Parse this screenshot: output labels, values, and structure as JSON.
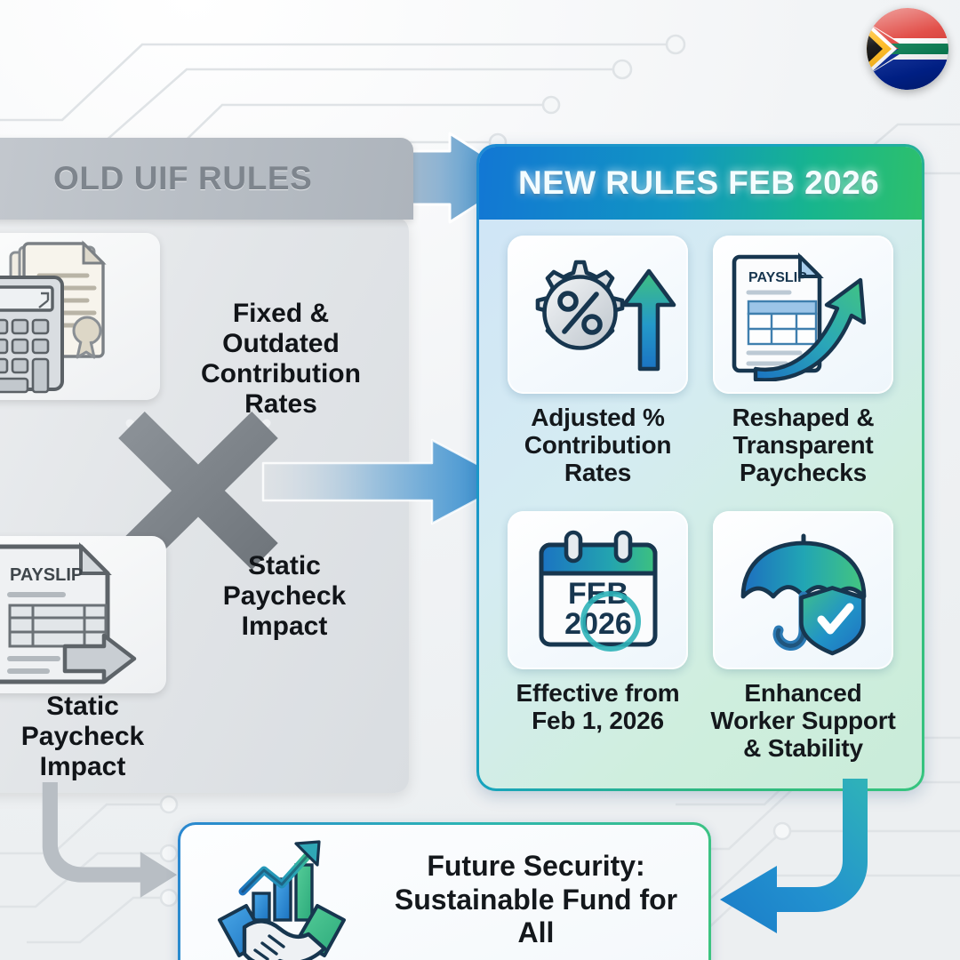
{
  "badge": {
    "name": "south-africa-flag",
    "colors": {
      "green": "#007A4D",
      "red": "#DE3831",
      "blue": "#002395",
      "yellow": "#FFB612",
      "black": "#000000",
      "white": "#FFFFFF"
    }
  },
  "old_section": {
    "header_label": "OLD UIF RULES",
    "items": [
      {
        "icon": "calculator-documents-icon",
        "label": "Fixed &\nOutdated\nContribution\nRates"
      },
      {
        "icon": "payslip-arrow-icon",
        "label": "Static\nPaycheck\nImpact"
      }
    ],
    "caption_label": "Static\nPaycheck\nImpact",
    "cross_icon": "x-cross-icon",
    "transition_arrow_icon": "right-arrow-icon"
  },
  "new_section": {
    "header_label": "NEW RULES FEB 2026",
    "features": [
      {
        "icon": "gear-percent-up-arrow-icon",
        "label": "Adjusted %\nContribution\nRates"
      },
      {
        "icon": "payslip-rising-arrow-icon",
        "label": "Reshaped &\nTransparent\nPaychecks"
      },
      {
        "icon": "calendar-feb-2026-icon",
        "label": "Effective from\nFeb 1, 2026",
        "calendar_month": "FEB",
        "calendar_year": "2026"
      },
      {
        "icon": "umbrella-shield-check-icon",
        "label": "Enhanced\nWorker Support\n& Stability"
      }
    ]
  },
  "bottom_section": {
    "icon": "handshake-growth-chart-icon",
    "label": "Future Security:\nSustainable Fund for All",
    "inbound_arrow_left_icon": "elbow-arrow-down-right-icon",
    "inbound_arrow_right_icon": "elbow-arrow-down-left-icon"
  },
  "palette": {
    "blue": "#1f8ad4",
    "teal": "#16a3bf",
    "green": "#2fb97d",
    "grey_panel": "#e2e5e8",
    "grey_header": "#b6bcc3",
    "grey_text": "#7e858d",
    "dark_text": "#111418",
    "icon_outline": "#17364f"
  }
}
